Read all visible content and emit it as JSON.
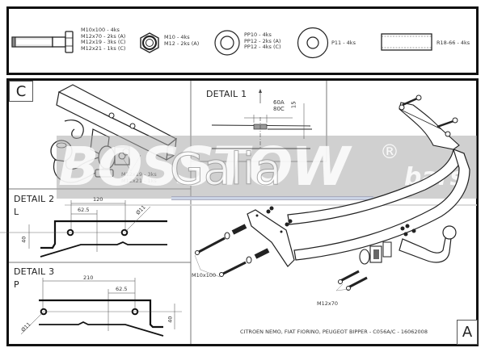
{
  "parts_header": {
    "bolt": {
      "lines": [
        "M10x100 - 4ks",
        "M12x70 - 2ks (A)",
        "M12x19 - 3ks (C)",
        "M12x21 - 1ks (C)"
      ]
    },
    "nut": {
      "lines": [
        "M10 - 4ks",
        "M12 - 2ks (A)"
      ]
    },
    "washer": {
      "lines": [
        "PP10 - 4ks",
        "PP12 - 2ks (A)",
        "PP12 - 4ks (C)"
      ]
    },
    "large_washer": {
      "lines": [
        "P11 - 4ks"
      ]
    },
    "spacer_tube": {
      "lines": [
        "R18-66 - 4ks"
      ]
    }
  },
  "panel_c": {
    "corner_label": "C",
    "callout": [
      "M12x19 - 3ks",
      "M12x21 - 1ks"
    ]
  },
  "detail_1": {
    "title": "DETAIL 1",
    "dim_labels": [
      "60A",
      "80C"
    ],
    "dim_height": "15"
  },
  "detail_2": {
    "title": "DETAIL 2",
    "side": "L",
    "dim_total": "120",
    "dim_offset": "62.5",
    "dim_height": "40",
    "hole_diameter": "Ø11"
  },
  "detail_3": {
    "title": "DETAIL 3",
    "side": "P",
    "dim_total": "210",
    "dim_offset": "62.5",
    "dim_height": "40",
    "hole_diameter": "Ø11"
  },
  "main_view": {
    "callout_left": "M10x100",
    "callout_bottom": "M12x70",
    "corner_label": "A"
  },
  "watermark": {
    "brand": "BOSSTOW",
    "suffix": "bars",
    "registered": "®",
    "overlay": "Galia"
  },
  "title_block": {
    "text": "CITROEN NEMO, FIAT FIORINO, PEUGEOT BIPPER - C056A/C - 16062008"
  }
}
